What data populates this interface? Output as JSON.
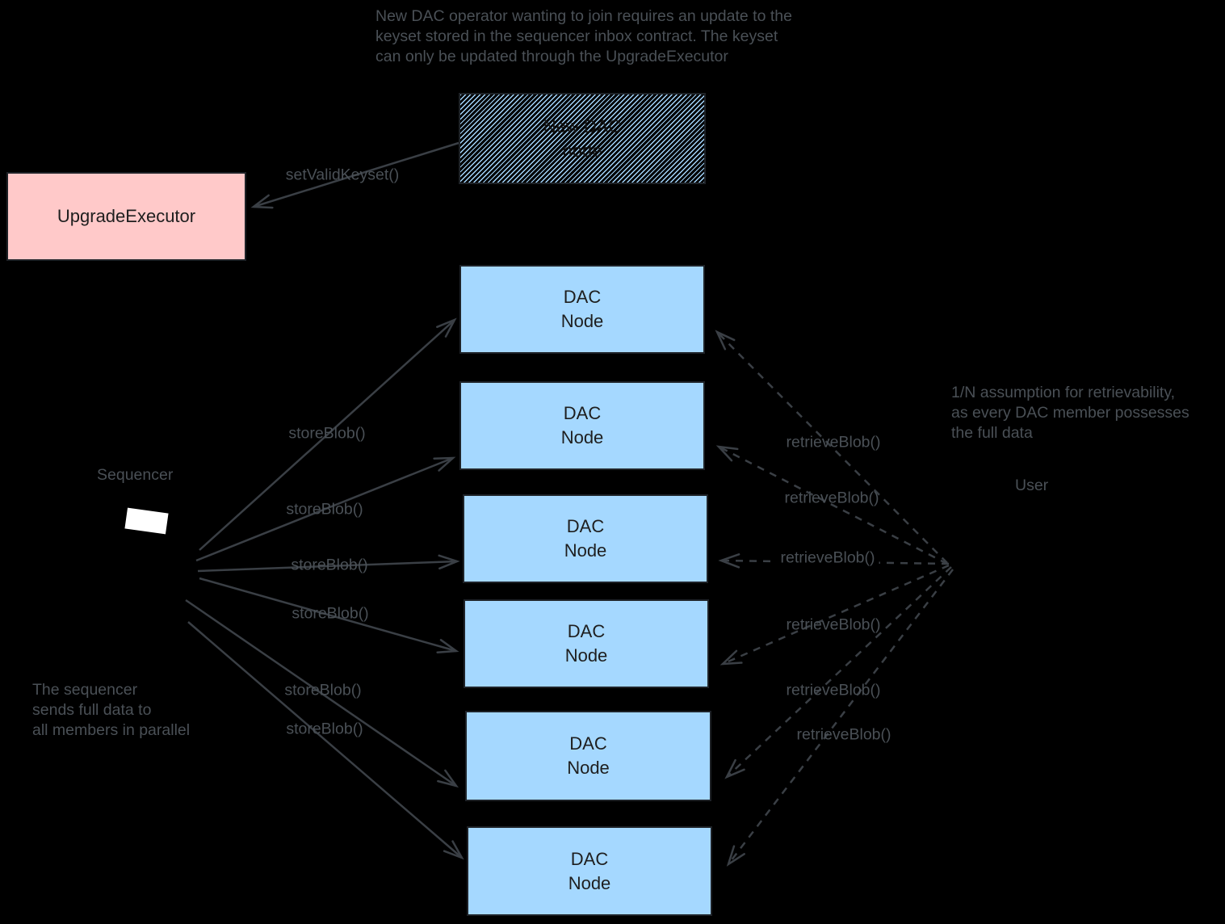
{
  "colors": {
    "background": "#000000",
    "dac_node_fill": "#a5d8ff",
    "new_dac_node_hatch": "#a5d8ff",
    "upgrade_executor_fill": "#ffc9c9",
    "box_border": "#1e2227",
    "box_text": "#1e1e1e",
    "annotation_text": "#4a5056",
    "arrow": "#3a3f45"
  },
  "annotations": {
    "top": "New DAC operator wanting to join requires an update to the\nkeyset stored in the sequencer inbox contract. The keyset\ncan only be updated through the UpgradeExecutor",
    "right": "1/N assumption for retrievability,\nas every DAC member possesses\nthe full data",
    "bottom_left": "The sequencer\nsends full data to\nall members in parallel"
  },
  "actors": {
    "sequencer_label": "Sequencer",
    "user_label": "User"
  },
  "nodes": {
    "upgrade_executor": {
      "label": "UpgradeExecutor"
    },
    "new_dac_node": {
      "label": "New DAC\nnode"
    },
    "dac_nodes": [
      {
        "label": "DAC\nNode"
      },
      {
        "label": "DAC\nNode"
      },
      {
        "label": "DAC\nNode"
      },
      {
        "label": "DAC\nNode"
      },
      {
        "label": "DAC\nNode"
      },
      {
        "label": "DAC\nNode"
      }
    ]
  },
  "edges": {
    "set_valid_keyset_label": "setValidKeyset()",
    "store_blob_labels": [
      "storeBlob()",
      "storeBlob()",
      "storeBlob()",
      "storeBlob()",
      "storeBlob()",
      "storeBlob()"
    ],
    "retrieve_blob_labels": [
      "retrieveBlob()",
      "retrieveBlob()",
      "retrieveBlob()",
      "retrieveBlob()",
      "retrieveBlob()",
      "retrieveBlob()"
    ]
  }
}
